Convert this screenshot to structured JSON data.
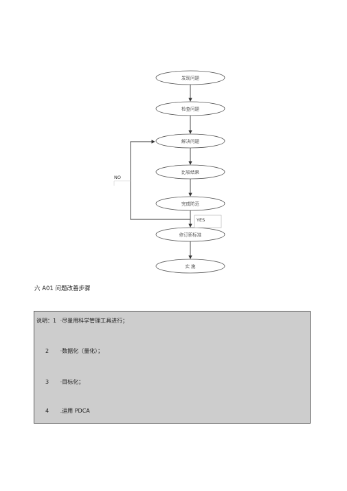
{
  "flowchart": {
    "nodes": [
      "发现问题",
      "检查问题",
      "解决问题",
      "比较结果",
      "完成防范",
      "修订新标准",
      "实 施"
    ],
    "loop_no_label": "NO",
    "loop_yes_label": "YES"
  },
  "section": {
    "title": "六 A01  问题改善步骤"
  },
  "notes": {
    "heading": "说明：",
    "items": [
      {
        "num": "1",
        "text": "·尽量用科学管理工具进行；"
      },
      {
        "num": "2",
        "text": "·数据化（量化）；"
      },
      {
        "num": "3",
        "text": "·目标化；"
      },
      {
        "num": "4",
        "text": ".运用 PDCA"
      }
    ]
  }
}
